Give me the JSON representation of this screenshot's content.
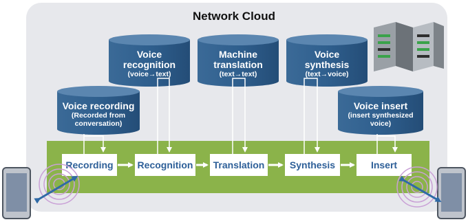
{
  "cloud": {
    "title": "Network Cloud"
  },
  "services": [
    {
      "title": "Voice",
      "title2": "recognition",
      "sub": "(voice→text)",
      "sub2": ""
    },
    {
      "title": "Machine",
      "title2": "translation",
      "sub": "(text→text)",
      "sub2": ""
    },
    {
      "title": "Voice",
      "title2": "synthesis",
      "sub": "(text→voice)",
      "sub2": ""
    },
    {
      "title": "Voice recording",
      "title2": "",
      "sub": "(Recorded from",
      "sub2": "conversation)"
    },
    {
      "title": "Voice insert",
      "title2": "",
      "sub": "(insert synthesized",
      "sub2": "voice)"
    }
  ],
  "pipeline": [
    "Recording",
    "Recognition",
    "Translation",
    "Synthesis",
    "Insert"
  ],
  "colors": {
    "cylinder": "#2f5f8e",
    "band": "#8bb34a",
    "step_text": "#2d5f98",
    "cloud": "#e7e8ec"
  }
}
